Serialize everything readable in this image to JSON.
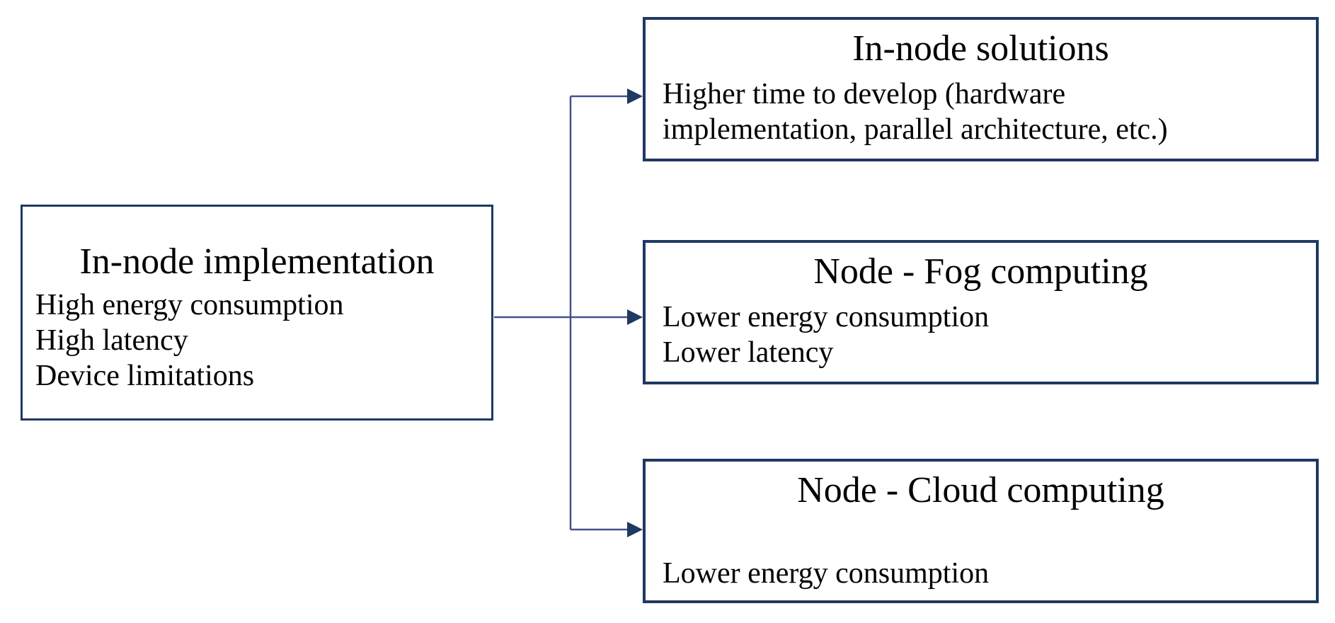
{
  "diagram": {
    "source": {
      "title": "In-node implementation",
      "lines": [
        "High energy consumption",
        "High latency",
        "Device limitations"
      ]
    },
    "targets": [
      {
        "title": "In-node solutions",
        "lines": [
          "Higher time to develop (hardware",
          "implementation, parallel architecture, etc.)"
        ]
      },
      {
        "title": "Node - Fog computing",
        "lines": [
          "Lower energy consumption",
          "Lower latency"
        ]
      },
      {
        "title": "Node - Cloud computing",
        "lines": [
          "Lower energy consumption"
        ]
      }
    ],
    "colors": {
      "box_border": "#1f3864",
      "arrow_stem": "#44518a",
      "arrow_head": "#1f3864",
      "text": "#000000",
      "background": "#ffffff"
    }
  }
}
